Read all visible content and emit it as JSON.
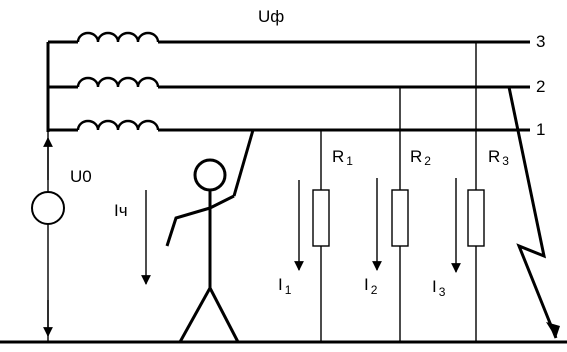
{
  "phase_voltage_label": "Uф",
  "neutral_voltage_label": "U0",
  "body_current_label": "Iч",
  "lines": [
    {
      "label": "3"
    },
    {
      "label": "2"
    },
    {
      "label": "1"
    }
  ],
  "resistors": [
    {
      "label": "R",
      "sub": "1"
    },
    {
      "label": "R",
      "sub": "2"
    },
    {
      "label": "R",
      "sub": "3"
    }
  ],
  "currents": [
    {
      "label": "I",
      "sub": "1"
    },
    {
      "label": "I",
      "sub": "2"
    },
    {
      "label": "I",
      "sub": "3"
    }
  ]
}
